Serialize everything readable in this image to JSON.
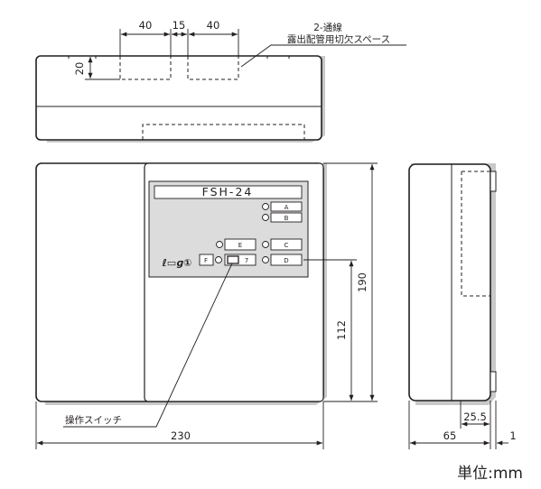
{
  "dimensions": {
    "top_40_left": "40",
    "top_15": "15",
    "top_40_right": "40",
    "top_20": "20",
    "width_230": "230",
    "height_190": "190",
    "height_112": "112",
    "depth_65": "65",
    "depth_25_5": "25.5",
    "depth_1": "1"
  },
  "labels": {
    "wiring_line1": "2-通線",
    "wiring_line2": "露出配管用切欠スペース",
    "switch_label": "操作スイッチ",
    "unit": "単位:mm",
    "model": "FSH-24",
    "logo": "ℓ▭ɡ①"
  },
  "buttons": {
    "a": "A",
    "b": "B",
    "c": "C",
    "d": "D",
    "e": "E",
    "f": "F",
    "seven": "7"
  },
  "colors": {
    "line": "#231f20",
    "panel": "#dcdcdc",
    "shadow": "#c9c9c9"
  }
}
